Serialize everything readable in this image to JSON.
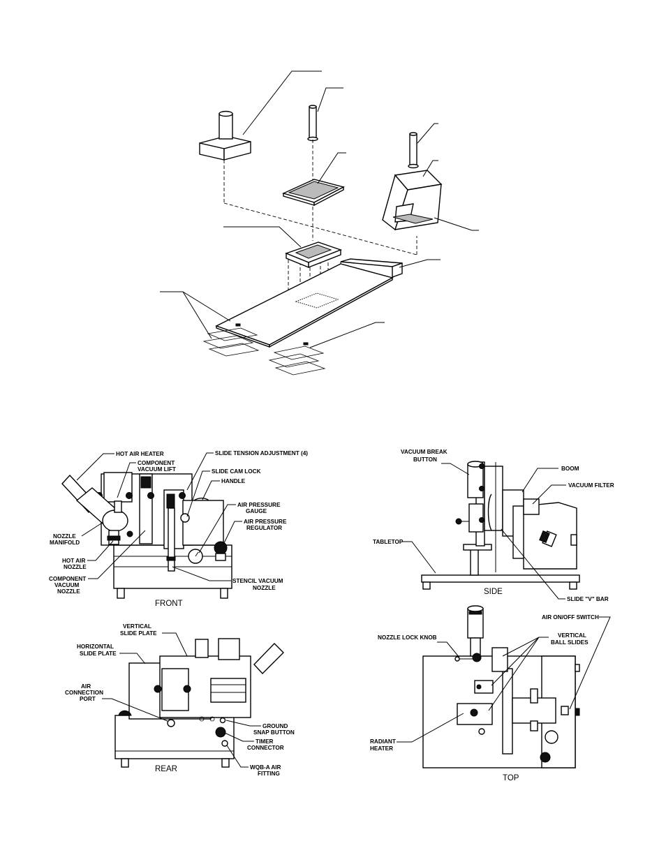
{
  "front": {
    "view_title": "FRONT",
    "labels": {
      "hot_air_heater": "HOT AIR HEATER",
      "component_vacuum_lift_1": "COMPONENT",
      "component_vacuum_lift_2": "VACUUM LIFT",
      "slide_tension": "SLIDE TENSION ADJUSTMENT (4)",
      "slide_cam_lock": "SLIDE CAM LOCK",
      "handle": "HANDLE",
      "air_pressure_gauge_1": "AIR PRESSURE",
      "air_pressure_gauge_2": "GAUGE",
      "air_pressure_regulator_1": "AIR PRESSURE",
      "air_pressure_regulator_2": "REGULATOR",
      "nozzle_manifold_1": "NOZZLE",
      "nozzle_manifold_2": "MANIFOLD",
      "hot_air_nozzle_1": "HOT AIR",
      "hot_air_nozzle_2": "NOZZLE",
      "component_vacuum_nozzle_1": "COMPONENT",
      "component_vacuum_nozzle_2": "VACUUM",
      "component_vacuum_nozzle_3": "NOZZLE",
      "stencil_vacuum_nozzle_1": "STENCIL VACUUM",
      "stencil_vacuum_nozzle_2": "NOZZLE"
    }
  },
  "side": {
    "view_title": "SIDE",
    "labels": {
      "vacuum_break_1": "VACUUM BREAK",
      "vacuum_break_2": "BUTTON",
      "boom": "BOOM",
      "vacuum_filter": "VACUUM FILTER",
      "tabletop": "TABLETOP",
      "slide_v_bar": "SLIDE \"V\" BAR"
    }
  },
  "rear": {
    "view_title": "REAR",
    "labels": {
      "vertical_slide_1": "VERTICAL",
      "vertical_slide_2": "SLIDE PLATE",
      "horizontal_slide_1": "HORIZONTAL",
      "horizontal_slide_2": "SLIDE PLATE",
      "air_connection_1": "AIR",
      "air_connection_2": "CONNECTION",
      "air_connection_3": "PORT",
      "ground_snap_1": "GROUND",
      "ground_snap_2": "SNAP BUTTON",
      "timer_connector_1": "TIMER",
      "timer_connector_2": "CONNECTOR",
      "wqb_fitting_1": "WQB-A AIR",
      "wqb_fitting_2": "FITTING"
    }
  },
  "top": {
    "view_title": "TOP",
    "labels": {
      "air_switch": "AIR ON/OFF SWITCH",
      "nozzle_lock_knob": "NOZZLE LOCK KNOB",
      "vertical_ball_1": "VERTICAL",
      "vertical_ball_2": "BALL SLIDES",
      "radiant_heater_1": "RADIANT",
      "radiant_heater_2": "HEATER"
    }
  }
}
